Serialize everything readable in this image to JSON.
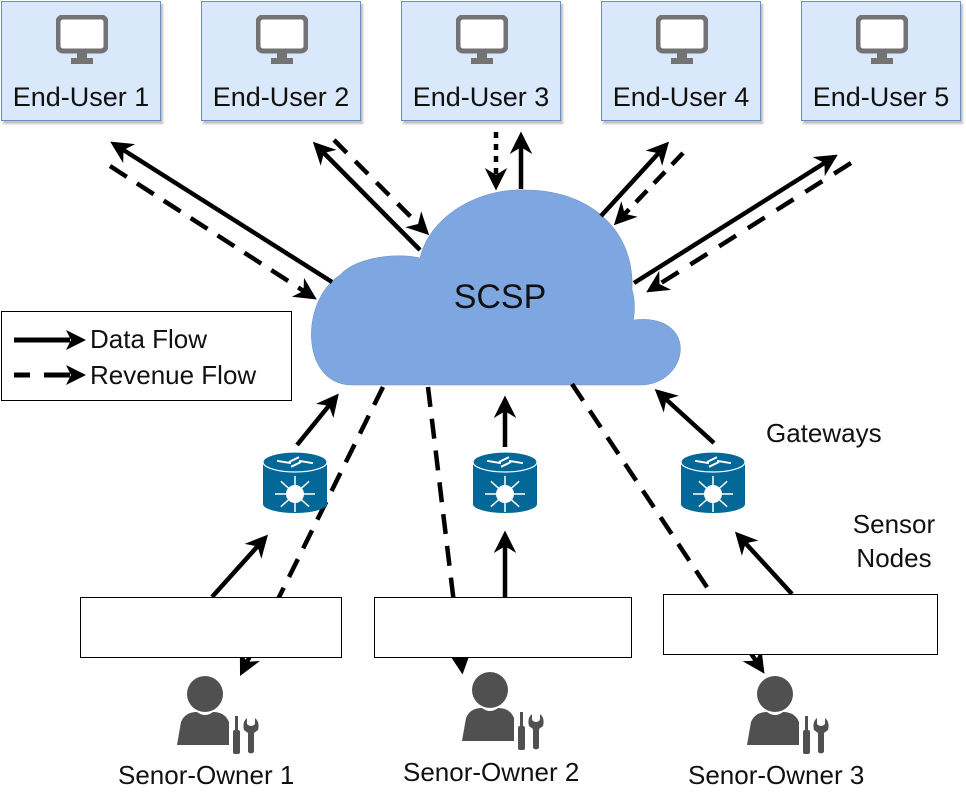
{
  "end_users": [
    {
      "label": "End-User 1",
      "icon": "monitor-icon"
    },
    {
      "label": "End-User 2",
      "icon": "monitor-icon"
    },
    {
      "label": "End-User 3",
      "icon": "monitor-icon"
    },
    {
      "label": "End-User 4",
      "icon": "monitor-icon"
    },
    {
      "label": "End-User 5",
      "icon": "monitor-icon"
    }
  ],
  "cloud": {
    "label": "SCSP",
    "color": "#7ea6e0"
  },
  "legend": {
    "items": [
      {
        "label": "Data Flow",
        "style": "solid"
      },
      {
        "label": "Revenue Flow",
        "style": "dashed"
      }
    ]
  },
  "labels": {
    "gateways": "Gateways",
    "sensor_nodes_line1": "Sensor",
    "sensor_nodes_line2": "Nodes"
  },
  "gateways": [
    {
      "icon": "router-icon"
    },
    {
      "icon": "router-icon"
    },
    {
      "icon": "router-icon"
    }
  ],
  "sensor_groups": [
    {
      "nodes": [
        "blue",
        "gray",
        "blue",
        "green",
        "gray"
      ]
    },
    {
      "nodes": [
        "gray",
        "red",
        "gray",
        "blue",
        "green"
      ]
    },
    {
      "nodes": [
        "gray",
        "red",
        "green",
        "blue",
        "green"
      ]
    }
  ],
  "sensor_owners": [
    {
      "label": "Senor-Owner 1",
      "icon": "owner-with-tools-icon"
    },
    {
      "label": "Senor-Owner 2",
      "icon": "owner-with-tools-icon"
    },
    {
      "label": "Senor-Owner 3",
      "icon": "owner-with-tools-icon"
    }
  ],
  "colors": {
    "user_box_fill": "#dae8fc",
    "user_box_border": "#6c8ebf",
    "cloud_fill": "#7ea6e0",
    "router_fill": "#036897",
    "node_gray": "#505050",
    "node_red": "#d9412b",
    "node_green": "#7ab648",
    "node_blue": "#3ea0f0",
    "icon_gray": "#737373",
    "owner_gray": "#505050"
  }
}
